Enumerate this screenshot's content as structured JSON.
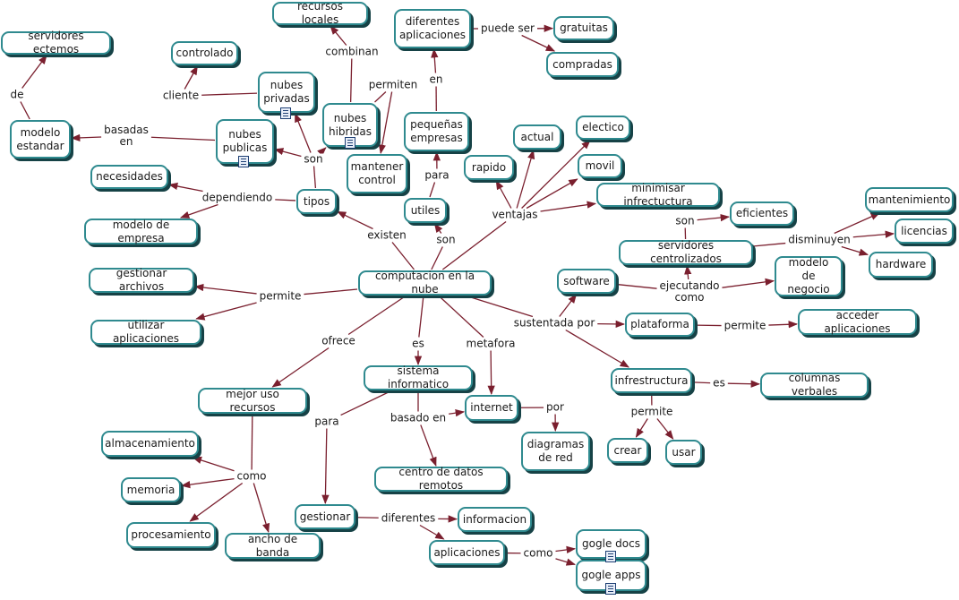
{
  "nodes": {
    "n_servidores_ext": "servidores ectemos",
    "n_recursos_locales": "recursos locales",
    "n_dif_aplicaciones": "diferentes\naplicaciones",
    "n_gratuitas": "gratuitas",
    "n_compradas": "compradas",
    "n_controlado": "controlado",
    "n_nubes_privadas": "nubes\nprivadas",
    "n_nubes_hibridas": "nubes\nhibridas",
    "n_modelo_estandar": "modelo\nestandar",
    "n_nubes_publicas": "nubes\npublicas",
    "n_pequenas": "pequeñas\nempresas",
    "n_electico": "electico",
    "n_actual": "actual",
    "n_mantener": "mantener\ncontrol",
    "n_rapido": "rapido",
    "n_movil": "movil",
    "n_necesidades": "necesidades",
    "n_tipos": "tipos",
    "n_minimisar": "minimisar infrectuctura",
    "n_utiles": "utiles",
    "n_mantenimiento": "mantenimiento",
    "n_eficientes": "eficientes",
    "n_modelo_empresa": "modelo de empresa",
    "n_licencias": "licencias",
    "n_servidores_centr": "servidores centrolizados",
    "n_hardware": "hardware",
    "n_modelo_negocio": "modelo\nde negocio",
    "n_gestionar_archivos": "gestionar archivos",
    "n_computacion": "computacion en la nube",
    "n_software": "software",
    "n_plataforma": "plataforma",
    "n_acceder": "acceder aplicaciones",
    "n_utilizar": "utilizar aplicaciones",
    "n_sistema": "sistema informatico",
    "n_infraestructura": "infrestructura",
    "n_columnas": "columnas verbales",
    "n_mejor_uso": "mejor uso recursos",
    "n_internet": "internet",
    "n_almacenamiento": "almacenamiento",
    "n_diagramas": "diagramas\nde red",
    "n_crear": "crear",
    "n_usar": "usar",
    "n_centro": "centro de datos remotos",
    "n_memoria": "memoria",
    "n_gestionar": "gestionar",
    "n_informacion": "informacion",
    "n_procesamiento": "procesamiento",
    "n_ancho": "ancho de banda",
    "n_gogle_docs": "gogle docs",
    "n_aplicaciones": "aplicaciones",
    "n_gogle_apps": "gogle apps"
  },
  "labels": {
    "l_de": "de",
    "l_combinan": "combinan",
    "l_puede_ser": "puede ser",
    "l_cliente": "cliente",
    "l_permiten": "permiten",
    "l_en": "en",
    "l_basadas_en": "basadas\nen",
    "l_son_tipos": "son",
    "l_para": "para",
    "l_dependiendo": "dependiendo",
    "l_ventajas": "ventajas",
    "l_existen": "existen",
    "l_son_utiles": "son",
    "l_disminuyen": "disminuyen",
    "l_son_eficientes": "son",
    "l_ejecutando_como": "ejecutando\ncomo",
    "l_permite_ga": "permite",
    "l_sustentada_por": "sustentada por",
    "l_permite_acc": "permite",
    "l_ofrece": "ofrece",
    "l_es_sistema": "es",
    "l_metafora": "metafora",
    "l_es_columnas": "es",
    "l_basado_en": "basado en",
    "l_por": "por",
    "l_permite_cu": "permite",
    "l_para_gestionar": "para",
    "l_como_recursos": "como",
    "l_diferentes": "diferentes",
    "l_como_apps": "como"
  },
  "icons": [
    "resource-document-icon",
    "resource-document-icon",
    "resource-document-icon",
    "resource-document-icon",
    "resource-document-icon"
  ],
  "colors": {
    "node_border": "#2f8a8f",
    "node_shadow": "#164246",
    "connector": "#7a1f2e"
  }
}
